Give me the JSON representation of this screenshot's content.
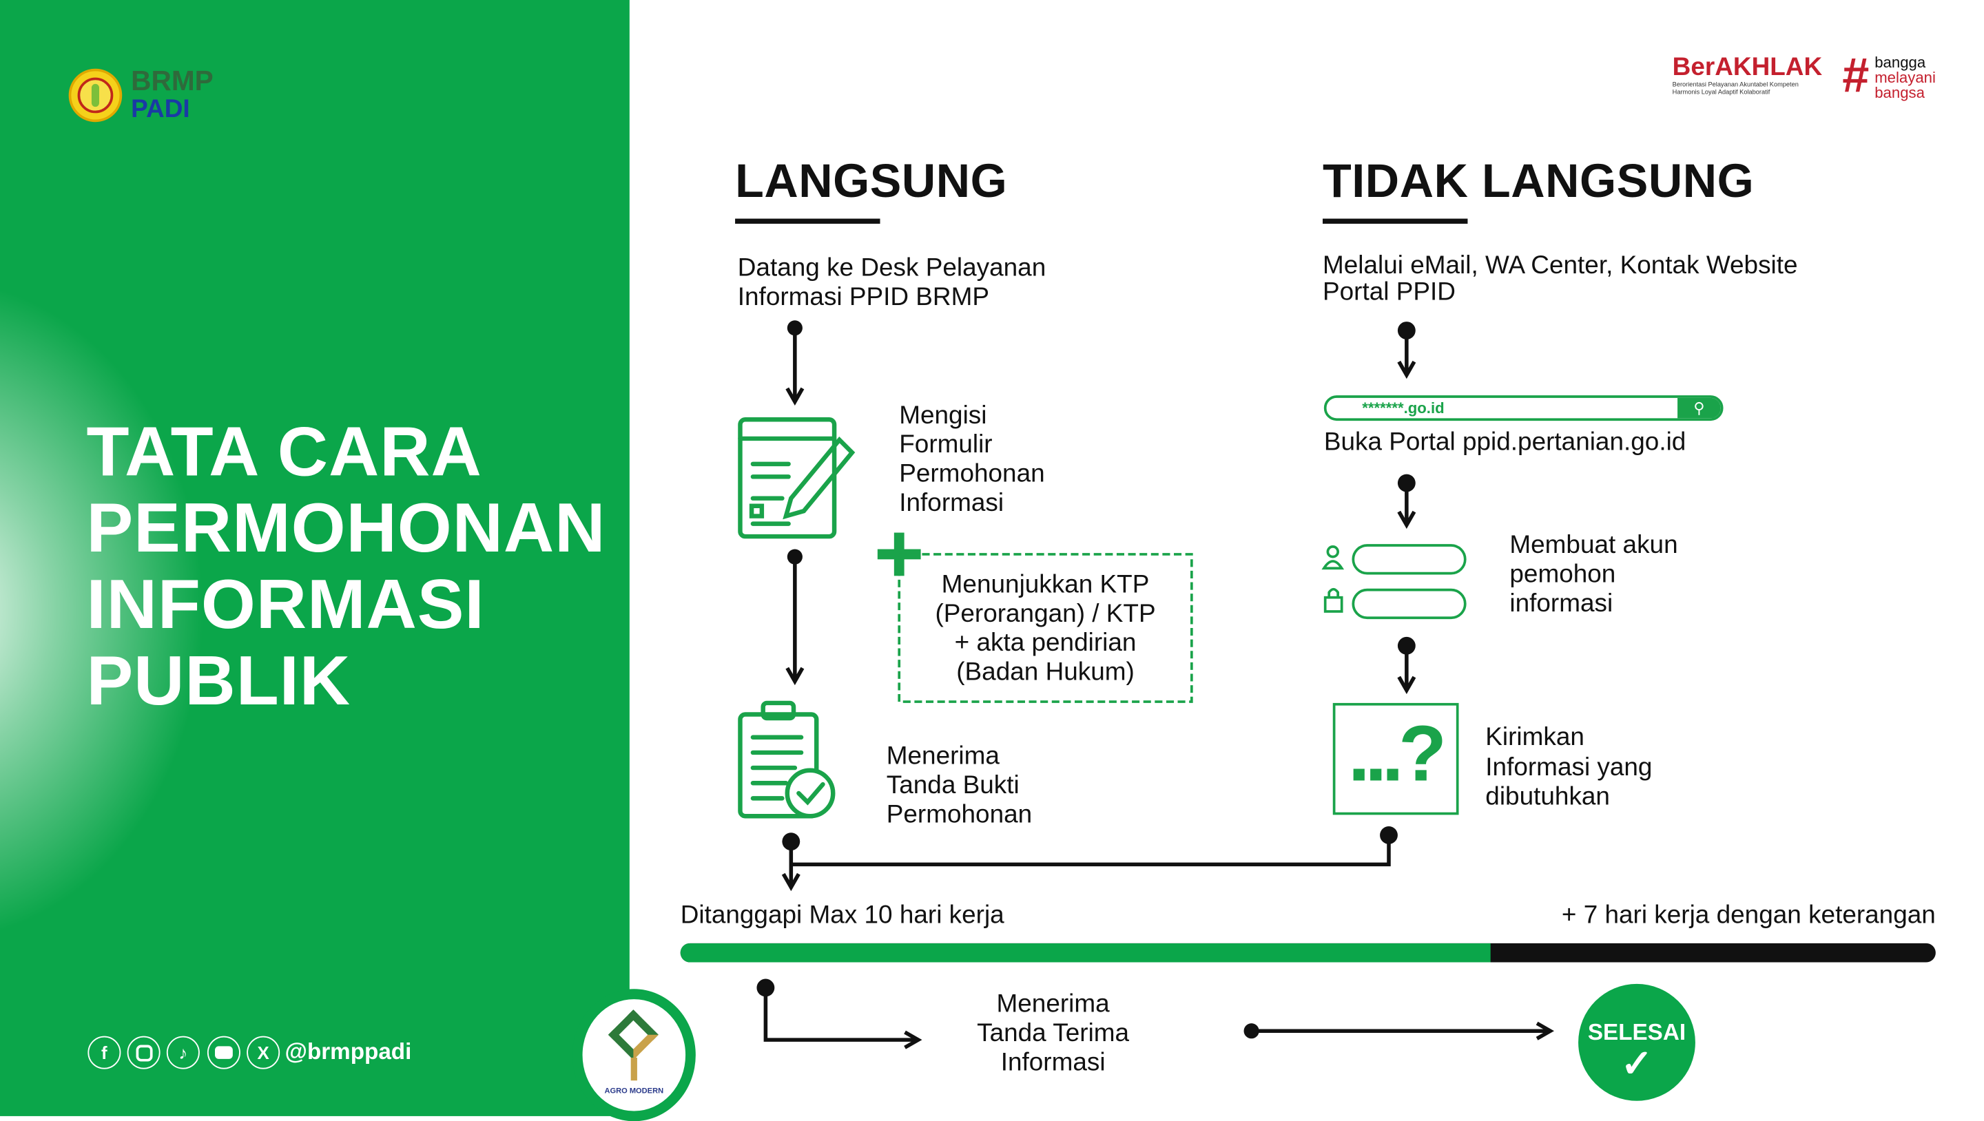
{
  "brand": {
    "name_top": "BRMP",
    "name_bottom": "PADI"
  },
  "title_lines": [
    "TATA CARA",
    "PERMOHONAN",
    "INFORMASI",
    "PUBLIK"
  ],
  "social": {
    "handle": "@brmppadi",
    "icons": [
      "facebook-icon",
      "instagram-icon",
      "tiktok-icon",
      "youtube-icon",
      "x-icon"
    ]
  },
  "agro_logo": {
    "label": "AGRO MODERN"
  },
  "berakhlak": {
    "title": "BerAKHLAK",
    "subtitle_1": "Berorientasi Pelayanan Akuntabel Kompeten",
    "subtitle_2": "Harmonis Loyal Adaptif Kolaboratif",
    "tag_lines": [
      "bangga",
      "melayani",
      "bangsa"
    ]
  },
  "langsung": {
    "heading": "LANGSUNG",
    "intro": [
      "Datang ke Desk Pelayanan",
      "Informasi PPID BRMP"
    ],
    "step_form": [
      "Mengisi",
      "Formulir",
      "Permohonan",
      "Informasi"
    ],
    "note": [
      "Menunjukkan KTP",
      "(Perorangan) / KTP",
      "+ akta pendirian",
      "(Badan Hukum)"
    ],
    "step_receipt": [
      "Menerima",
      "Tanda Bukti",
      "Permohonan"
    ]
  },
  "tidak_langsung": {
    "heading": "TIDAK LANGSUNG",
    "intro": [
      "Melalui eMail, WA Center, Kontak Website",
      "Portal PPID"
    ],
    "search_value": "*******.go.id",
    "step_portal": "Buka Portal ppid.pertanian.go.id",
    "step_account": [
      "Membuat akun",
      "pemohon",
      "informasi"
    ],
    "step_send": [
      "Kirimkan",
      "Informasi yang",
      "dibutuhkan"
    ],
    "question_mark": "...?"
  },
  "timeline": {
    "left_label": "Ditanggapi Max 10 hari kerja",
    "right_label": "+ 7 hari kerja dengan keterangan",
    "max_days": 10,
    "extra_days": 7,
    "green_fraction": 0.645,
    "colors": {
      "primary": "#0ba64a",
      "extension": "#111111"
    }
  },
  "final": {
    "step": [
      "Menerima",
      "Tanda Terima",
      "Informasi"
    ],
    "done_label": "SELESAI"
  }
}
